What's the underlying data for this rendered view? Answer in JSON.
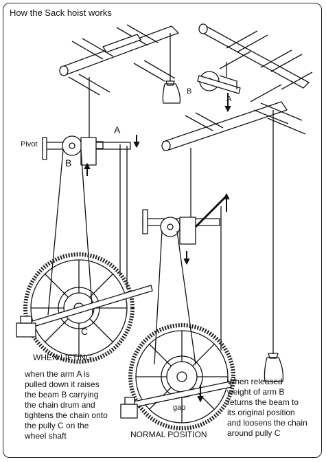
{
  "title": "How the Sack hoist works",
  "labels": {
    "pivot": "Pivot",
    "a_left": "A",
    "b_left": "B",
    "c_left": "C",
    "b_right": "B",
    "a_right": "A",
    "gap": "gap"
  },
  "captions": {
    "lifting": "WHEN LIFTING",
    "normal": "NORMAL POSITION"
  },
  "explanations": {
    "lifting": "when the arm A is\npulled down it raises\nthe beam B carrying\nthe chain drum and\ntightens the chain onto\nthe pully C on the\nwheel shaft",
    "normal": "When released\nweight of arm B\nreturns the beam to\nits original position\nand loosens the chain\naround pully C"
  }
}
